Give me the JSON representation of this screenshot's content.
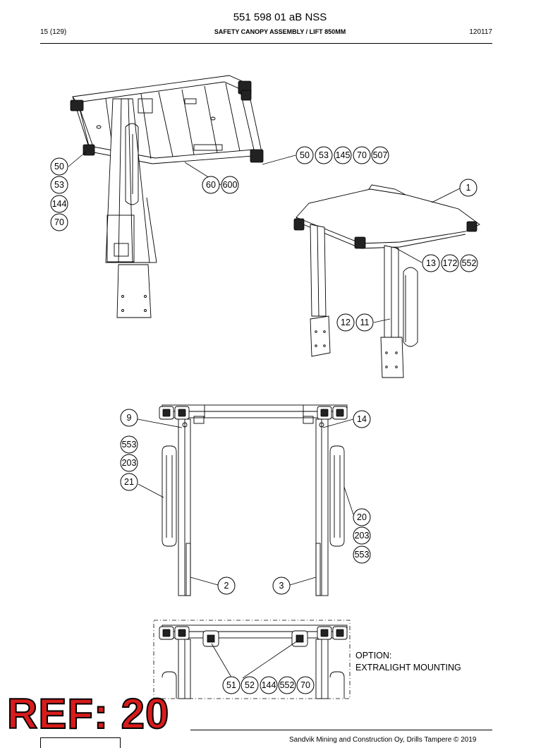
{
  "header": {
    "doc_number": "551 598 01 aB NSS",
    "page": "15 (129)",
    "title": "SAFETY CANOPY ASSEMBLY / LIFT 850MM",
    "code": "120117"
  },
  "option_note": {
    "line1": "OPTION:",
    "line2": "EXTRALIGHT MOUNTING"
  },
  "stamp": "REF: 20",
  "footer": {
    "text": "Sandvik Mining and Construction Oy, Drills Tampere © 2019"
  },
  "callouts": {
    "view1": [
      "50",
      "53",
      "144",
      "70",
      "60",
      "600"
    ],
    "view1_top": [
      "50",
      "53",
      "145",
      "70",
      "507"
    ],
    "view2": [
      "1",
      "13",
      "172",
      "552",
      "12",
      "11"
    ],
    "view3_left": [
      "9",
      "553",
      "203",
      "21",
      "2"
    ],
    "view3_right": [
      "14",
      "20",
      "203",
      "553",
      "3"
    ],
    "view4": [
      "51",
      "52",
      "144",
      "552",
      "70"
    ]
  }
}
